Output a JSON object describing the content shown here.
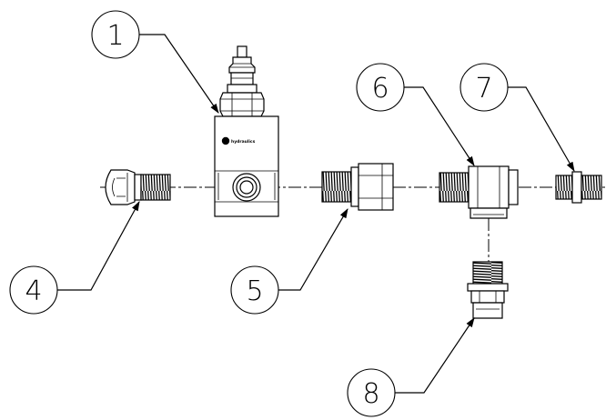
{
  "diagram": {
    "brand_label": "hydraulics",
    "callouts": [
      {
        "id": "1",
        "label": "1"
      },
      {
        "id": "4",
        "label": "4"
      },
      {
        "id": "5",
        "label": "5"
      },
      {
        "id": "6",
        "label": "6"
      },
      {
        "id": "7",
        "label": "7"
      },
      {
        "id": "8",
        "label": "8"
      }
    ]
  }
}
